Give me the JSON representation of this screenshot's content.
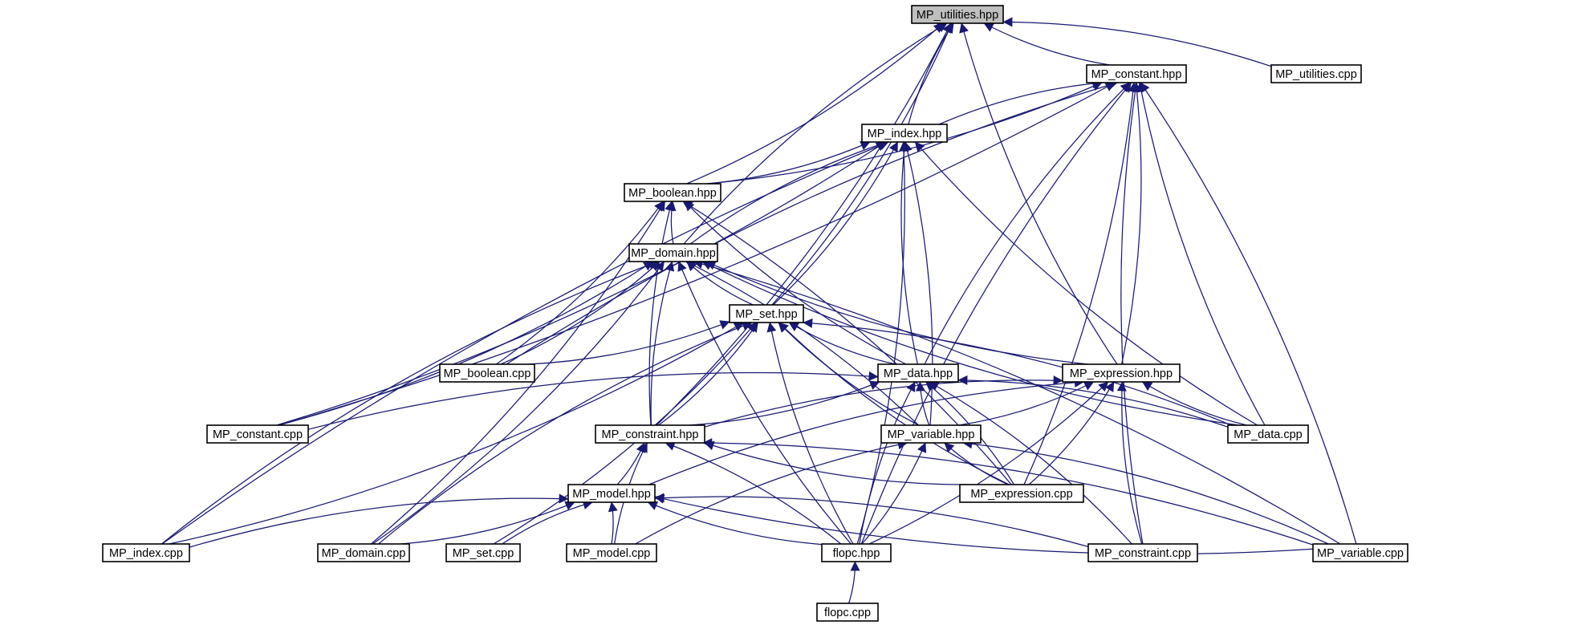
{
  "graph": {
    "nodes": [
      {
        "id": "mp_utilities_hpp",
        "label": "MP_utilities.hpp",
        "current": true
      },
      {
        "id": "mp_constant_hpp",
        "label": "MP_constant.hpp"
      },
      {
        "id": "mp_utilities_cpp",
        "label": "MP_utilities.cpp"
      },
      {
        "id": "mp_index_hpp",
        "label": "MP_index.hpp"
      },
      {
        "id": "mp_boolean_hpp",
        "label": "MP_boolean.hpp"
      },
      {
        "id": "mp_domain_hpp",
        "label": "MP_domain.hpp"
      },
      {
        "id": "mp_set_hpp",
        "label": "MP_set.hpp"
      },
      {
        "id": "mp_boolean_cpp",
        "label": "MP_boolean.cpp"
      },
      {
        "id": "mp_data_hpp",
        "label": "MP_data.hpp"
      },
      {
        "id": "mp_expression_hpp",
        "label": "MP_expression.hpp"
      },
      {
        "id": "mp_constant_cpp",
        "label": "MP_constant.cpp"
      },
      {
        "id": "mp_constraint_hpp",
        "label": "MP_constraint.hpp"
      },
      {
        "id": "mp_variable_hpp",
        "label": "MP_variable.hpp"
      },
      {
        "id": "mp_data_cpp",
        "label": "MP_data.cpp"
      },
      {
        "id": "mp_model_hpp",
        "label": "MP_model.hpp"
      },
      {
        "id": "mp_expression_cpp",
        "label": "MP_expression.cpp"
      },
      {
        "id": "mp_index_cpp",
        "label": "MP_index.cpp"
      },
      {
        "id": "mp_domain_cpp",
        "label": "MP_domain.cpp"
      },
      {
        "id": "mp_set_cpp",
        "label": "MP_set.cpp"
      },
      {
        "id": "mp_model_cpp",
        "label": "MP_model.cpp"
      },
      {
        "id": "flopc_hpp",
        "label": "flopc.hpp"
      },
      {
        "id": "mp_constraint_cpp",
        "label": "MP_constraint.cpp"
      },
      {
        "id": "mp_variable_cpp",
        "label": "MP_variable.cpp"
      },
      {
        "id": "flopc_cpp",
        "label": "flopc.cpp"
      }
    ],
    "edges": [
      {
        "from": "mp_constant_hpp",
        "to": "mp_utilities_hpp"
      },
      {
        "from": "mp_utilities_cpp",
        "to": "mp_utilities_hpp"
      },
      {
        "from": "mp_index_hpp",
        "to": "mp_utilities_hpp"
      },
      {
        "from": "mp_boolean_hpp",
        "to": "mp_utilities_hpp"
      },
      {
        "from": "mp_domain_hpp",
        "to": "mp_utilities_hpp"
      },
      {
        "from": "mp_set_hpp",
        "to": "mp_utilities_hpp"
      },
      {
        "from": "mp_expression_hpp",
        "to": "mp_utilities_hpp"
      },
      {
        "from": "mp_constraint_hpp",
        "to": "mp_utilities_hpp"
      },
      {
        "from": "mp_index_hpp",
        "to": "mp_constant_hpp"
      },
      {
        "from": "mp_boolean_hpp",
        "to": "mp_constant_hpp"
      },
      {
        "from": "mp_boolean_cpp",
        "to": "mp_constant_hpp"
      },
      {
        "from": "mp_constant_cpp",
        "to": "mp_constant_hpp"
      },
      {
        "from": "mp_data_hpp",
        "to": "mp_constant_hpp"
      },
      {
        "from": "mp_expression_hpp",
        "to": "mp_constant_hpp"
      },
      {
        "from": "mp_data_cpp",
        "to": "mp_constant_hpp"
      },
      {
        "from": "mp_expression_cpp",
        "to": "mp_constant_hpp"
      },
      {
        "from": "flopc_hpp",
        "to": "mp_constant_hpp"
      },
      {
        "from": "mp_variable_cpp",
        "to": "mp_constant_hpp"
      },
      {
        "from": "mp_constraint_cpp",
        "to": "mp_constant_hpp"
      },
      {
        "from": "mp_boolean_hpp",
        "to": "mp_index_hpp"
      },
      {
        "from": "mp_domain_hpp",
        "to": "mp_index_hpp"
      },
      {
        "from": "mp_set_hpp",
        "to": "mp_index_hpp"
      },
      {
        "from": "mp_data_hpp",
        "to": "mp_index_hpp"
      },
      {
        "from": "mp_variable_hpp",
        "to": "mp_index_hpp"
      },
      {
        "from": "mp_data_cpp",
        "to": "mp_index_hpp"
      },
      {
        "from": "flopc_hpp",
        "to": "mp_index_hpp"
      },
      {
        "from": "mp_index_cpp",
        "to": "mp_index_hpp"
      },
      {
        "from": "mp_constant_cpp",
        "to": "mp_index_hpp"
      },
      {
        "from": "mp_domain_hpp",
        "to": "mp_boolean_hpp"
      },
      {
        "from": "mp_boolean_cpp",
        "to": "mp_boolean_hpp"
      },
      {
        "from": "mp_data_hpp",
        "to": "mp_boolean_hpp"
      },
      {
        "from": "mp_expression_cpp",
        "to": "mp_boolean_hpp"
      },
      {
        "from": "mp_constraint_hpp",
        "to": "mp_boolean_hpp"
      },
      {
        "from": "mp_domain_cpp",
        "to": "mp_boolean_hpp"
      },
      {
        "from": "mp_set_hpp",
        "to": "mp_domain_hpp"
      },
      {
        "from": "mp_boolean_cpp",
        "to": "mp_domain_hpp"
      },
      {
        "from": "mp_expression_hpp",
        "to": "mp_domain_hpp"
      },
      {
        "from": "mp_variable_hpp",
        "to": "mp_domain_hpp"
      },
      {
        "from": "mp_constraint_hpp",
        "to": "mp_domain_hpp"
      },
      {
        "from": "mp_constant_cpp",
        "to": "mp_domain_hpp"
      },
      {
        "from": "mp_data_cpp",
        "to": "mp_domain_hpp"
      },
      {
        "from": "mp_variable_cpp",
        "to": "mp_domain_hpp"
      },
      {
        "from": "mp_index_cpp",
        "to": "mp_domain_hpp"
      },
      {
        "from": "mp_domain_cpp",
        "to": "mp_domain_hpp"
      },
      {
        "from": "flopc_hpp",
        "to": "mp_domain_hpp"
      },
      {
        "from": "mp_boolean_cpp",
        "to": "mp_set_hpp"
      },
      {
        "from": "mp_data_hpp",
        "to": "mp_set_hpp"
      },
      {
        "from": "mp_constraint_hpp",
        "to": "mp_set_hpp"
      },
      {
        "from": "mp_variable_hpp",
        "to": "mp_set_hpp"
      },
      {
        "from": "mp_data_cpp",
        "to": "mp_set_hpp"
      },
      {
        "from": "mp_expression_cpp",
        "to": "mp_set_hpp"
      },
      {
        "from": "mp_index_cpp",
        "to": "mp_set_hpp"
      },
      {
        "from": "mp_domain_cpp",
        "to": "mp_set_hpp"
      },
      {
        "from": "mp_set_cpp",
        "to": "mp_set_hpp"
      },
      {
        "from": "flopc_hpp",
        "to": "mp_set_hpp"
      },
      {
        "from": "mp_constraint_hpp",
        "to": "mp_data_hpp"
      },
      {
        "from": "mp_variable_hpp",
        "to": "mp_data_hpp"
      },
      {
        "from": "mp_data_cpp",
        "to": "mp_data_hpp"
      },
      {
        "from": "mp_constant_cpp",
        "to": "mp_data_hpp"
      },
      {
        "from": "mp_expression_cpp",
        "to": "mp_data_hpp"
      },
      {
        "from": "flopc_hpp",
        "to": "mp_data_hpp"
      },
      {
        "from": "mp_constraint_cpp",
        "to": "mp_data_hpp"
      },
      {
        "from": "mp_constraint_hpp",
        "to": "mp_expression_hpp"
      },
      {
        "from": "mp_variable_hpp",
        "to": "mp_expression_hpp"
      },
      {
        "from": "mp_data_cpp",
        "to": "mp_expression_hpp"
      },
      {
        "from": "mp_expression_cpp",
        "to": "mp_expression_hpp"
      },
      {
        "from": "mp_model_hpp",
        "to": "mp_expression_hpp"
      },
      {
        "from": "flopc_hpp",
        "to": "mp_expression_hpp"
      },
      {
        "from": "mp_constraint_cpp",
        "to": "mp_expression_hpp"
      },
      {
        "from": "mp_model_hpp",
        "to": "mp_constraint_hpp"
      },
      {
        "from": "mp_expression_cpp",
        "to": "mp_constraint_hpp"
      },
      {
        "from": "flopc_hpp",
        "to": "mp_constraint_hpp"
      },
      {
        "from": "mp_model_cpp",
        "to": "mp_constraint_hpp"
      },
      {
        "from": "mp_variable_cpp",
        "to": "mp_constraint_hpp"
      },
      {
        "from": "mp_expression_cpp",
        "to": "mp_variable_hpp"
      },
      {
        "from": "flopc_hpp",
        "to": "mp_variable_hpp"
      },
      {
        "from": "mp_model_cpp",
        "to": "mp_variable_hpp"
      },
      {
        "from": "mp_variable_cpp",
        "to": "mp_variable_hpp"
      },
      {
        "from": "mp_index_cpp",
        "to": "mp_model_hpp"
      },
      {
        "from": "mp_domain_cpp",
        "to": "mp_model_hpp"
      },
      {
        "from": "mp_set_cpp",
        "to": "mp_model_hpp"
      },
      {
        "from": "mp_model_cpp",
        "to": "mp_model_hpp"
      },
      {
        "from": "flopc_hpp",
        "to": "mp_model_hpp"
      },
      {
        "from": "mp_constraint_cpp",
        "to": "mp_model_hpp"
      },
      {
        "from": "mp_variable_cpp",
        "to": "mp_model_hpp"
      },
      {
        "from": "flopc_cpp",
        "to": "flopc_hpp"
      }
    ]
  },
  "colors": {
    "edge": "#191970",
    "node_border": "#000000",
    "node_fill": "#ffffff",
    "current_fill": "#bfbfbf"
  }
}
